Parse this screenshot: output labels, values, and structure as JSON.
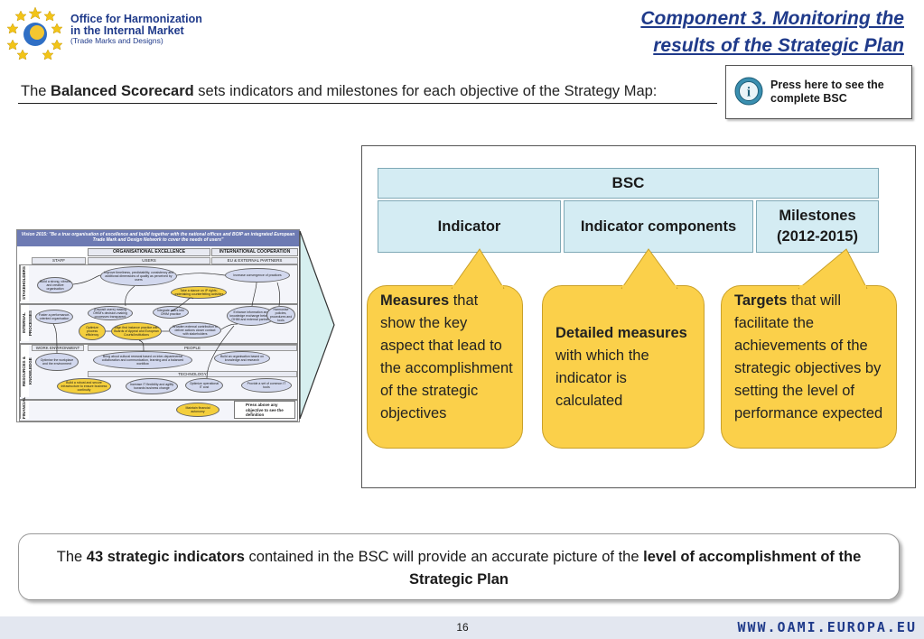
{
  "header": {
    "org_line1": "Office for Harmonization",
    "org_line2": "in the Internal Market",
    "org_line3": "(Trade Marks and Designs)",
    "title_line1": "Component 3. Monitoring the",
    "title_line2": "results of the Strategic Plan"
  },
  "intro": {
    "prefix": "The ",
    "bold": "Balanced Scorecard",
    "suffix": " sets indicators and milestones for each objective of the Strategy Map:"
  },
  "bsc_link": {
    "line1": "Press here to see the",
    "line2": "complete BSC"
  },
  "strategy_map": {
    "vision": "Vision 2015: \"Be a true organisation of excellence and build together with the national offices and BOIP an integrated European Trade Mark and Design Network to cover the needs of users\"",
    "col_org": "ORGANISATIONAL EXCELLENCE",
    "col_int": "INTERNATIONAL COOPERATION",
    "sub_staff": "STAFF",
    "sub_users": "USERS",
    "sub_eu": "EU & EXTERNAL PARTNERS",
    "row_stakeholders": "STAKEHOLDERS",
    "row_internal": "INTERNAL PROCESSES",
    "row_resources": "RESOURCES & KNOWLEDGE",
    "row_financial": "FINANCIAL",
    "work_env": "WORK ENVIRONMENT",
    "people": "PEOPLE",
    "technology": "TECHNOLOGY",
    "o1": "Build a strong, vibrant and creative organisation",
    "o2": "Improve timeliness, predictability, consistency and additional dimensions of quality as perceived by users",
    "o3": "Increase convergence of practices",
    "o4": "Take a stance on IP rights; undertaking counterfeiting activities",
    "o5": "Foster a performance-oriented organisation",
    "o6": "Optimize process efficiency",
    "o7": "(Deposit users) making OHIM's decision-making processes transparent",
    "o8": "Align first instance practice with Boards of Appeal and European Courts/Institutions",
    "o9": "Integrate users into OHIM practice",
    "o10": "Broaden external contribution to deliver actions closer contact with stakeholders",
    "o11": "Enhance information and knowledge exchange between OHIM and external partners",
    "o12": "Harmonise policies, procedures and tools",
    "o13": "Optimise the workplace and the environment",
    "o14": "Bring about cultural renewal based on inter-departmental collaboration and communication, learning and a balanced workflow",
    "o15": "Build an organisation based on knowledge and research",
    "o16": "Build a robust and secure infrastructure to ensure business continuity",
    "o17": "Increase IT flexibility and agility towards business change",
    "o18": "Optimize operational IT cost",
    "o19": "Provide a set of common IT tools",
    "o20": "Maintain financial autonomy",
    "note": "Press above any objective to see the definition"
  },
  "bsc": {
    "header": "BSC",
    "col1": "Indicator",
    "col2": "Indicator components",
    "col3_line1": "Milestones",
    "col3_line2": "(2012-2015)",
    "callout1_bold": "Measures",
    "callout1_text": " that show the key aspect that lead to the accomplishment of the strategic objectives",
    "callout2_bold": "Detailed measures",
    "callout2_text": " with which the indicator is calculated",
    "callout3_bold": "Targets",
    "callout3_text": " that will facilitate the achievements of the strategic objectives by setting the level of performance expected"
  },
  "conclusion": {
    "prefix": "The ",
    "bold1": "43 strategic indicators",
    "middle": " contained in the BSC will provide an accurate picture of the ",
    "bold2": "level of accomplishment of the Strategic Plan"
  },
  "footer": {
    "page": "16",
    "website": "WWW.OAMI.EUROPA.EU"
  },
  "colors": {
    "title_blue": "#1f3a8a",
    "bsc_cell": "#d4ecf3",
    "callout_yellow": "#fbd04a",
    "vision_bar": "#6d7ab3"
  },
  "icons": {
    "logo": "eu-stars-logo",
    "info": "info-icon",
    "arrow": "chevron-right-arrow"
  }
}
